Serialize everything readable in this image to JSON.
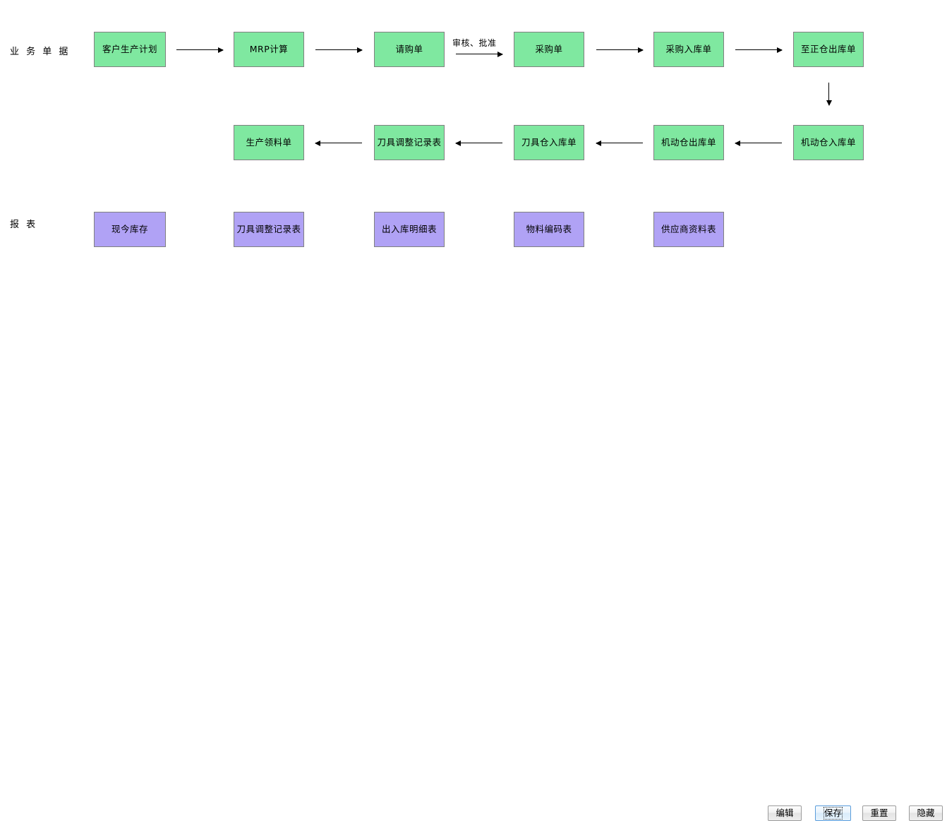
{
  "rows": {
    "documents_label": "业 务 单 据",
    "reports_label": "报 表"
  },
  "flow_row1": [
    {
      "label": "客户生产计划"
    },
    {
      "label": "MRP计算"
    },
    {
      "label": "请购单"
    },
    {
      "label": "采购单"
    },
    {
      "label": "采购入库单"
    },
    {
      "label": "至正仓出库单"
    }
  ],
  "flow_row2": [
    {
      "label": "生产领料单"
    },
    {
      "label": "刀具调整记录表"
    },
    {
      "label": "刀具仓入库单"
    },
    {
      "label": "机动仓出库单"
    },
    {
      "label": "机动仓入库单"
    }
  ],
  "reports": [
    {
      "label": "现今库存"
    },
    {
      "label": "刀具调整记录表"
    },
    {
      "label": "出入库明细表"
    },
    {
      "label": "物料编码表"
    },
    {
      "label": "供应商资料表"
    }
  ],
  "edge_labels": {
    "approve": "审核、批准"
  },
  "toolbar": {
    "edit": "编辑",
    "save": "保存",
    "reset": "重置",
    "hide": "隐藏"
  },
  "colors": {
    "document_fill": "#7fe8a0",
    "report_fill": "#b0a2f5",
    "node_border": "#808080",
    "arrow": "#000000",
    "focus_outline": "#5b9ddb"
  }
}
